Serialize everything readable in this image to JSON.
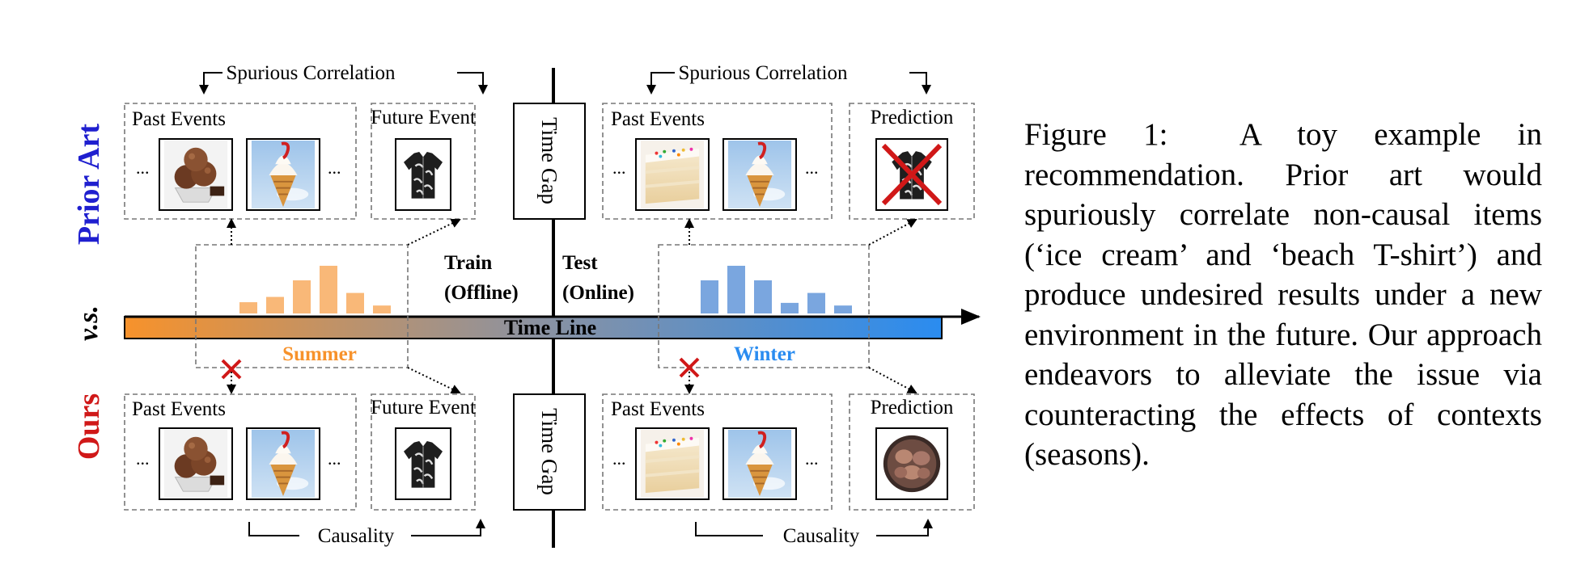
{
  "rows": {
    "prior_label": "Prior Art",
    "vs_label": "v.s.",
    "ours_label": "Ours",
    "prior_color": "#1f1fcf",
    "ours_color": "#d01818"
  },
  "annotations": {
    "spurious_left": "Spurious Correlation",
    "spurious_right": "Spurious Correlation",
    "causality_left": "Causality",
    "causality_right": "Causality"
  },
  "boxes": {
    "past_events": "Past Events",
    "future_event": "Future Event",
    "prediction": "Prediction",
    "time_gap": "Time Gap",
    "ellipsis": "..."
  },
  "phases": {
    "train_line1": "Train",
    "train_line2": "(Offline)",
    "test_line1": "Test",
    "test_line2": "(Online)"
  },
  "timeline": {
    "label": "Time Line",
    "summer_label": "Summer",
    "winter_label": "Winter",
    "summer_color": "#f7922b",
    "winter_color": "#2a8cf0"
  },
  "distributions": {
    "summer": {
      "color": "#f9b878",
      "values": [
        0.17,
        0.25,
        0.5,
        0.72,
        0.31,
        0.12
      ]
    },
    "winter": {
      "color": "#7aa6df",
      "values": [
        0.5,
        0.72,
        0.5,
        0.16,
        0.31,
        0.12
      ]
    }
  },
  "icons": {
    "past_summer": [
      "chocolate-ice-cream-icon",
      "ice-cream-cone-icon"
    ],
    "past_winter": [
      "cake-slice-icon",
      "ice-cream-cone-icon"
    ],
    "future_event": "beach-shirt-icon",
    "prior_prediction": "beach-shirt-crossed-icon",
    "ours_prediction": "macarons-icon",
    "blocked_marker": "red-cross-icon"
  },
  "caption": {
    "figure_label": "Figure 1:",
    "text": "A toy example in recommendation. Prior art would spuriously correlate non-causal items (‘ice cream’ and ‘beach T-shirt’) and produce undesired results under a new environment in the future. Our approach endeavors to alleviate the issue via counteracting the effects of contexts (seasons)."
  }
}
